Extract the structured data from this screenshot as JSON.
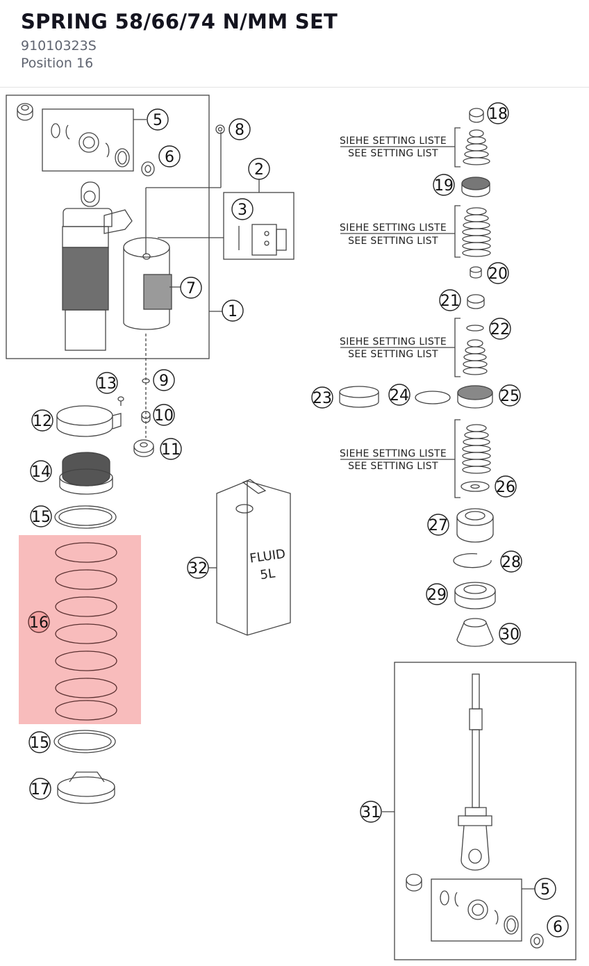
{
  "header": {
    "title": "SPRING 58/66/74 N/MM SET",
    "part_number": "91010323S",
    "position": "Position 16"
  },
  "diagram": {
    "highlight_color": "#f6a5a5",
    "highlighted_callout": "16",
    "notes": {
      "de": "SIEHE SETTING LISTE",
      "en": "SEE SETTING LIST"
    },
    "fluid_label": {
      "line1": "FLUID",
      "line2": "5L"
    },
    "callouts": [
      "1",
      "2",
      "3",
      "5",
      "6",
      "7",
      "8",
      "9",
      "10",
      "11",
      "12",
      "13",
      "14",
      "15",
      "16",
      "17",
      "18",
      "19",
      "20",
      "21",
      "22",
      "23",
      "24",
      "25",
      "26",
      "27",
      "28",
      "29",
      "30",
      "31",
      "32"
    ]
  }
}
